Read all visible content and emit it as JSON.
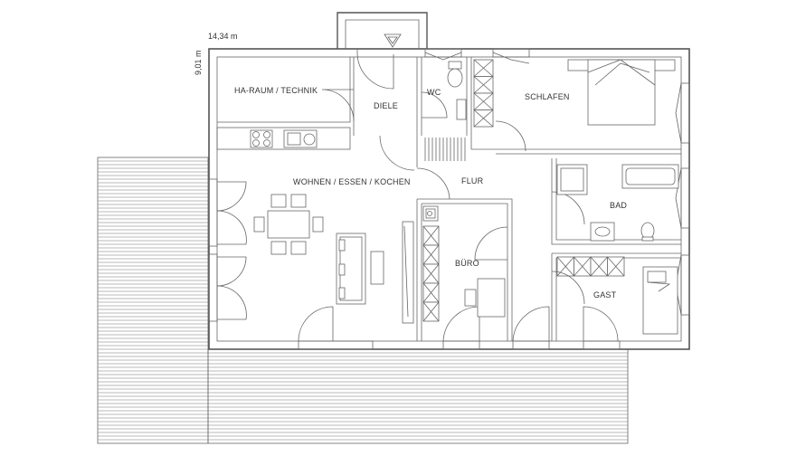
{
  "dimensions": {
    "width_label": "14,34 m",
    "depth_label": "9,01 m"
  },
  "rooms": {
    "ha_raum": "HA-RAUM / TECHNIK",
    "diele": "DIELE",
    "wc": "WC",
    "schlafen": "SCHLAFEN",
    "wohnen": "WOHNEN / ESSEN / KOCHEN",
    "flur": "FLUR",
    "bad": "BAD",
    "buero": "BÜRO",
    "gast": "GAST"
  }
}
